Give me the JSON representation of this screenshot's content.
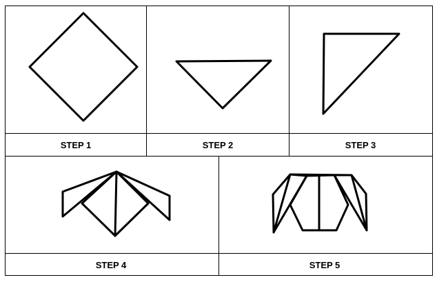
{
  "steps": [
    {
      "label": "STEP 1"
    },
    {
      "label": "STEP 2"
    },
    {
      "label": "STEP 3"
    },
    {
      "label": "STEP 4"
    },
    {
      "label": "STEP 5"
    }
  ]
}
